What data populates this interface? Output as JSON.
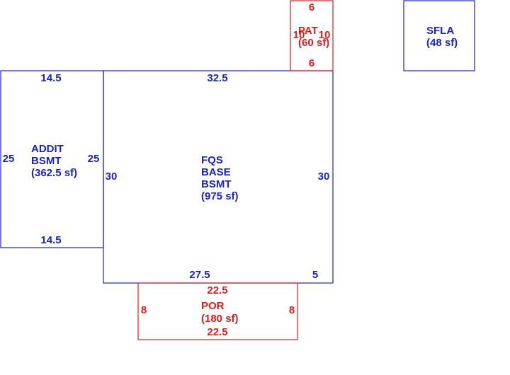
{
  "colors": {
    "main": "#1c22c4",
    "attached": "#dd1c1c",
    "background": "#ffffff"
  },
  "areas": [
    {
      "id": "addit",
      "name_lines": [
        "ADDIT",
        "BSMT"
      ],
      "area_text": "(362.5 sf)",
      "color": "main",
      "dims": {
        "top": "14.5",
        "bottom": "14.5",
        "left": "25",
        "right": "25"
      }
    },
    {
      "id": "fqs",
      "name_lines": [
        "FQS",
        "BASE",
        "BSMT"
      ],
      "area_text": "(975 sf)",
      "color": "main",
      "dims": {
        "top": "32.5",
        "bottom_main": "27.5",
        "bottom_short": "5",
        "left": "30",
        "right": "30"
      }
    },
    {
      "id": "pat",
      "name_lines": [
        "PAT"
      ],
      "area_text": "(60 sf)",
      "color": "attached",
      "dims": {
        "top": "6",
        "bottom": "6",
        "left": "10",
        "right": "10"
      }
    },
    {
      "id": "sfla",
      "name_lines": [
        "SFLA"
      ],
      "area_text": "(48 sf)",
      "color": "main",
      "dims": {}
    },
    {
      "id": "por",
      "name_lines": [
        "POR"
      ],
      "area_text": "(180 sf)",
      "color": "attached",
      "dims": {
        "top": "22.5",
        "bottom": "22.5",
        "left": "8",
        "right": "8"
      }
    }
  ]
}
